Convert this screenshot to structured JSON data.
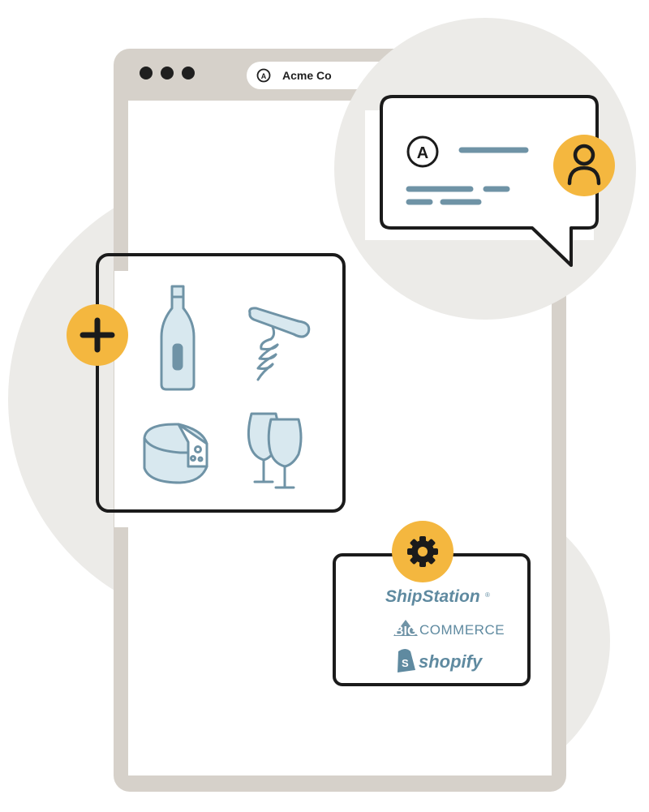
{
  "window": {
    "title": "Acme Co",
    "badge_letter": "A",
    "controls": [
      "dot",
      "dot",
      "dot"
    ]
  },
  "chat_card": {
    "avatar_letter": "A",
    "icon": "user-icon"
  },
  "product_panel": {
    "add_icon": "plus-icon",
    "items": [
      "wine-bottle-icon",
      "corkscrew-icon",
      "cheese-icon",
      "wine-glasses-icon"
    ]
  },
  "integrations": {
    "icon": "gear-icon",
    "shipstation": {
      "label": "ShipStation",
      "registered": "®"
    },
    "bigcommerce": {
      "prefix": "BIG",
      "suffix": "COMMERCE"
    },
    "shopify": {
      "label": "shopify"
    }
  },
  "colors": {
    "frame": "#d6d1ca",
    "circle": "#ecebe8",
    "accent": "#f4b73f",
    "icon_blue": "#6f93a6",
    "icon_fill": "#d8e8ef",
    "outline": "#1b1b1b",
    "text_blue": "#5f8aa0"
  }
}
